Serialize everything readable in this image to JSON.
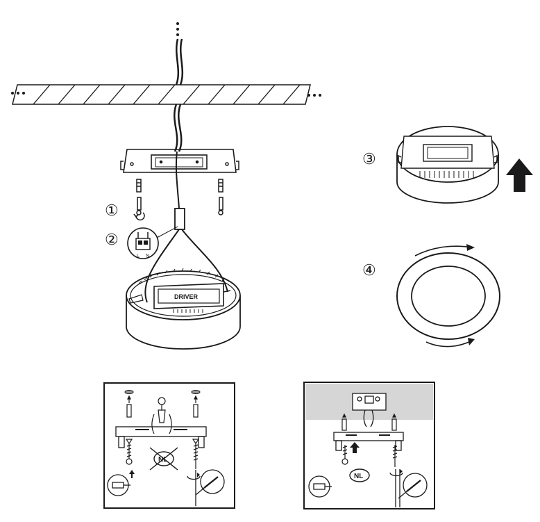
{
  "diagram": {
    "steps": [
      "①",
      "②",
      "③",
      "④"
    ],
    "terminal_labels": {
      "live": "L",
      "neutral": "N"
    },
    "driver_label": "DRIVER",
    "nl_badge": "NL",
    "colors": {
      "line": "#1a1a1a",
      "ceiling_gray": "#d6d6d6",
      "background": "#ffffff"
    }
  }
}
